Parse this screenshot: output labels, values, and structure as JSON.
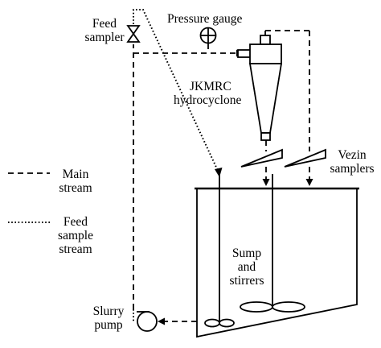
{
  "labels": {
    "feed_sampler": [
      "Feed",
      "sampler"
    ],
    "pressure_gauge": "Pressure gauge",
    "hydrocyclone": [
      "JKMRC",
      "hydrocyclone"
    ],
    "vezin_samplers": [
      "Vezin",
      "samplers"
    ],
    "sump_and_stirrers": [
      "Sump",
      "and",
      "stirrers"
    ],
    "slurry_pump": [
      "Slurry",
      "pump"
    ]
  },
  "legend": {
    "main_stream": [
      "Main",
      "stream"
    ],
    "feed_sample_stream": [
      "Feed",
      "sample",
      "stream"
    ]
  }
}
